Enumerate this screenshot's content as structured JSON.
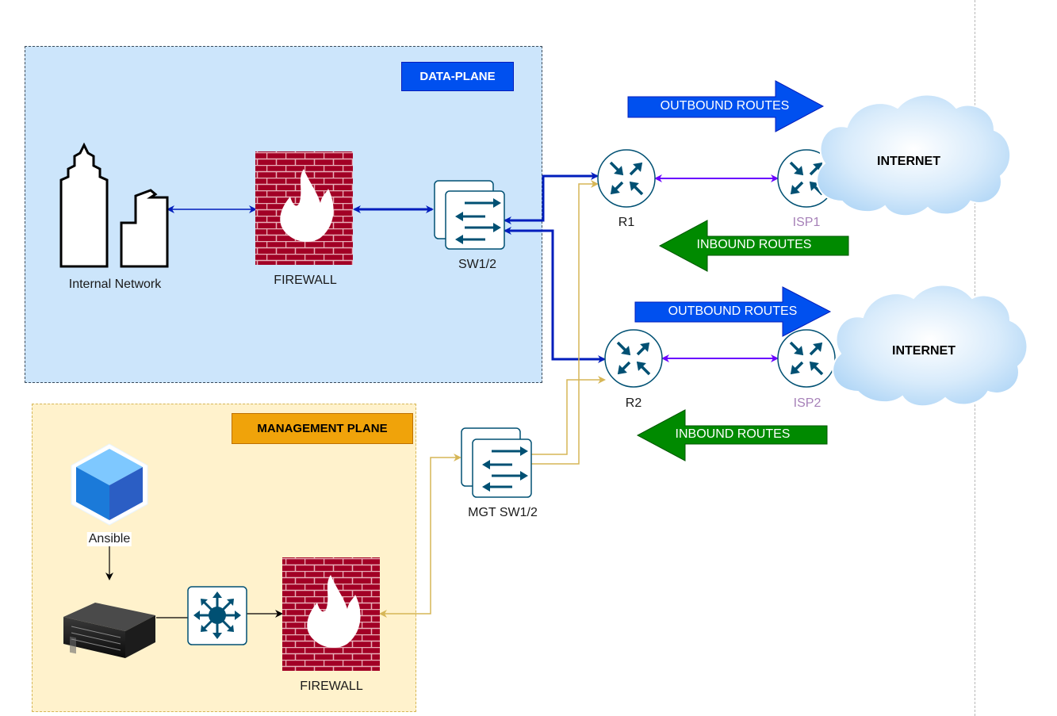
{
  "zones": {
    "data_plane": "DATA-PLANE",
    "management_plane": "MANAGEMENT PLANE"
  },
  "nodes": {
    "internal_network": "Internal Network",
    "firewall_data": "FIREWALL",
    "sw": "SW1/2",
    "r1": "R1",
    "r2": "R2",
    "isp1": "ISP1",
    "isp2": "ISP2",
    "internet1": "INTERNET",
    "internet2": "INTERNET",
    "ansible": "Ansible",
    "mgt_sw": "MGT SW1/2",
    "firewall_mgmt": "FIREWALL"
  },
  "routes": {
    "outbound_1": "OUTBOUND ROUTES",
    "inbound_1": "INBOUND ROUTES",
    "outbound_2": "OUTBOUND ROUTES",
    "inbound_2": "INBOUND ROUTES"
  },
  "colors": {
    "data_link": "#001dbc",
    "isp_link": "#6a00ff",
    "mgmt_link": "#d6b656",
    "outbound": "#0050ef",
    "inbound": "#008a00",
    "router": "#005073",
    "firewall": "#a20025"
  },
  "icons": {
    "internal_network": "building-icon",
    "firewall": "brick-firewall-icon",
    "switch": "layer2-switch-icon",
    "router": "router-icon",
    "cloud": "cloud-icon",
    "ansible": "cube-icon",
    "server": "server-rack-icon",
    "l3_switch": "layer3-switch-icon"
  }
}
